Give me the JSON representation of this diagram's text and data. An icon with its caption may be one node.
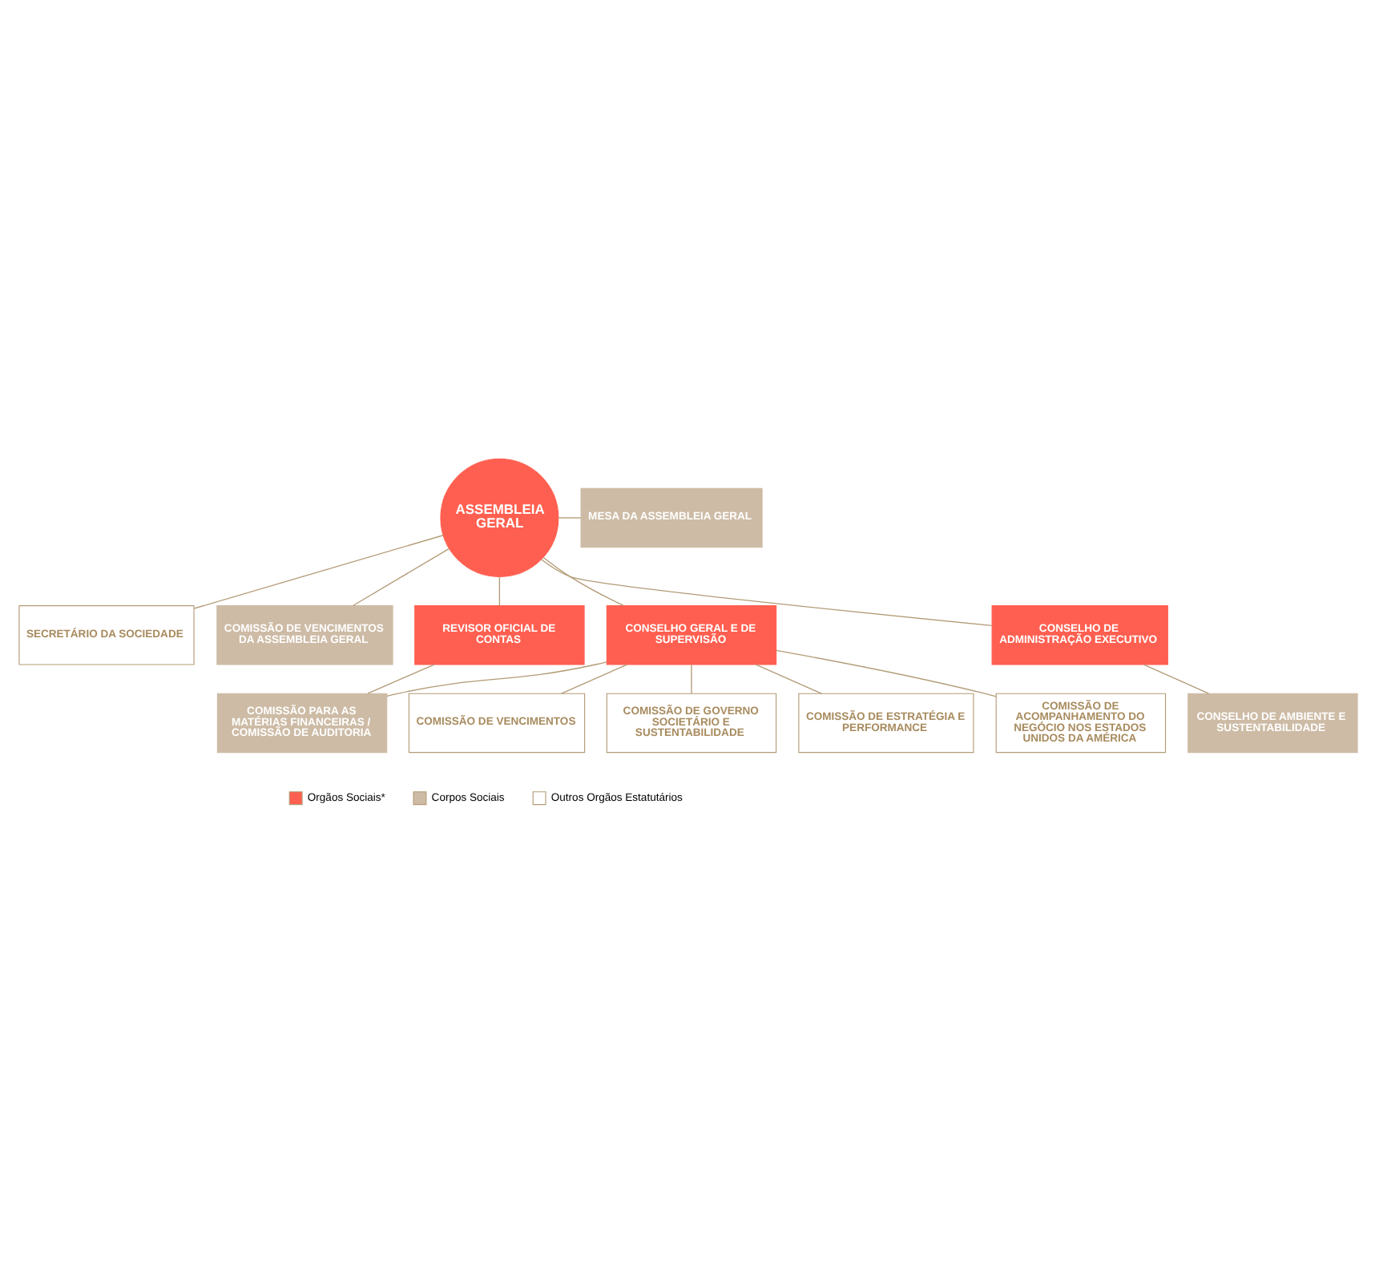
{
  "diagram": {
    "nodes": [
      {
        "text": [
          "ASSEMBLEIA GERAL"
        ]
      },
      {
        "text": [
          "MESA DA ASSEMBLEIA GERAL"
        ]
      },
      {
        "text": [
          "SECRETÁRIO DA SOCIEDADE"
        ]
      },
      {
        "text": [
          "COMISSÃO DE VENCIMENTOS DA ASSEMBLEIA GERAL"
        ]
      },
      {
        "text": [
          "REVISOR OFICIAL DE CONTAS"
        ]
      },
      {
        "text": [
          "CONSELHO GERAL E DE SUPERVISÃO"
        ]
      },
      {
        "text": [
          "CONSELHO DE ADMINISTRAÇÃO EXECUTIVO"
        ]
      },
      {
        "text": [
          "COMISSÃO PARA AS MATÉRIAS FINANCEIRAS / COMISSÃO DE AUDITORIA"
        ]
      },
      {
        "text": [
          "CONSELHO DE AMBIENTE E SUSTENTABILIDADE"
        ]
      },
      {
        "text": [
          "COMISSÃO DE VENCIMENTOS"
        ]
      },
      {
        "text": [
          "COMISSÃO DE GOVERNO SOCIETÁRIO E SUSTENTABILIDADE"
        ]
      },
      {
        "text": [
          "COMISSÃO DE ESTRATÉGIA E PERFORMANCE"
        ]
      },
      {
        "text": [
          "COMISSÃO DE ACOMPANHAMENTO DO NEGÓCIO NOS ESTADOS UNIDOS DA AMÉRICA"
        ]
      }
    ],
    "edges": [
      {
        "from": 0,
        "to": 1,
        "arrow": "none"
      },
      {
        "from": 0,
        "to": 2,
        "arrow": "none"
      },
      {
        "from": 0,
        "to": 3,
        "arrow": "none"
      },
      {
        "from": 0,
        "to": 4,
        "arrow": "none"
      },
      {
        "from": 0,
        "to": 5,
        "arrow": "none"
      },
      {
        "from": 0,
        "to": 6,
        "arrow": "none"
      },
      {
        "from": 4,
        "to": 7,
        "arrow": "none"
      },
      {
        "from": 5,
        "to": 7,
        "arrow": "none"
      },
      {
        "from": 6,
        "to": 8,
        "arrow": "none"
      },
      {
        "from": 5,
        "to": 9,
        "arrow": "none"
      },
      {
        "from": 5,
        "to": 10,
        "arrow": "none"
      },
      {
        "from": 5,
        "to": 11,
        "arrow": "none"
      },
      {
        "from": 5,
        "to": 12,
        "arrow": "none"
      }
    ],
    "legend": [
      {
        "text": "Orgãos Sociais*",
        "color": "#ff5f50"
      },
      {
        "text": "Corpos Sociais",
        "color": "#cdbba5"
      },
      {
        "text": "Outros Orgãos Estatutários",
        "color": "#ffffff"
      }
    ]
  }
}
